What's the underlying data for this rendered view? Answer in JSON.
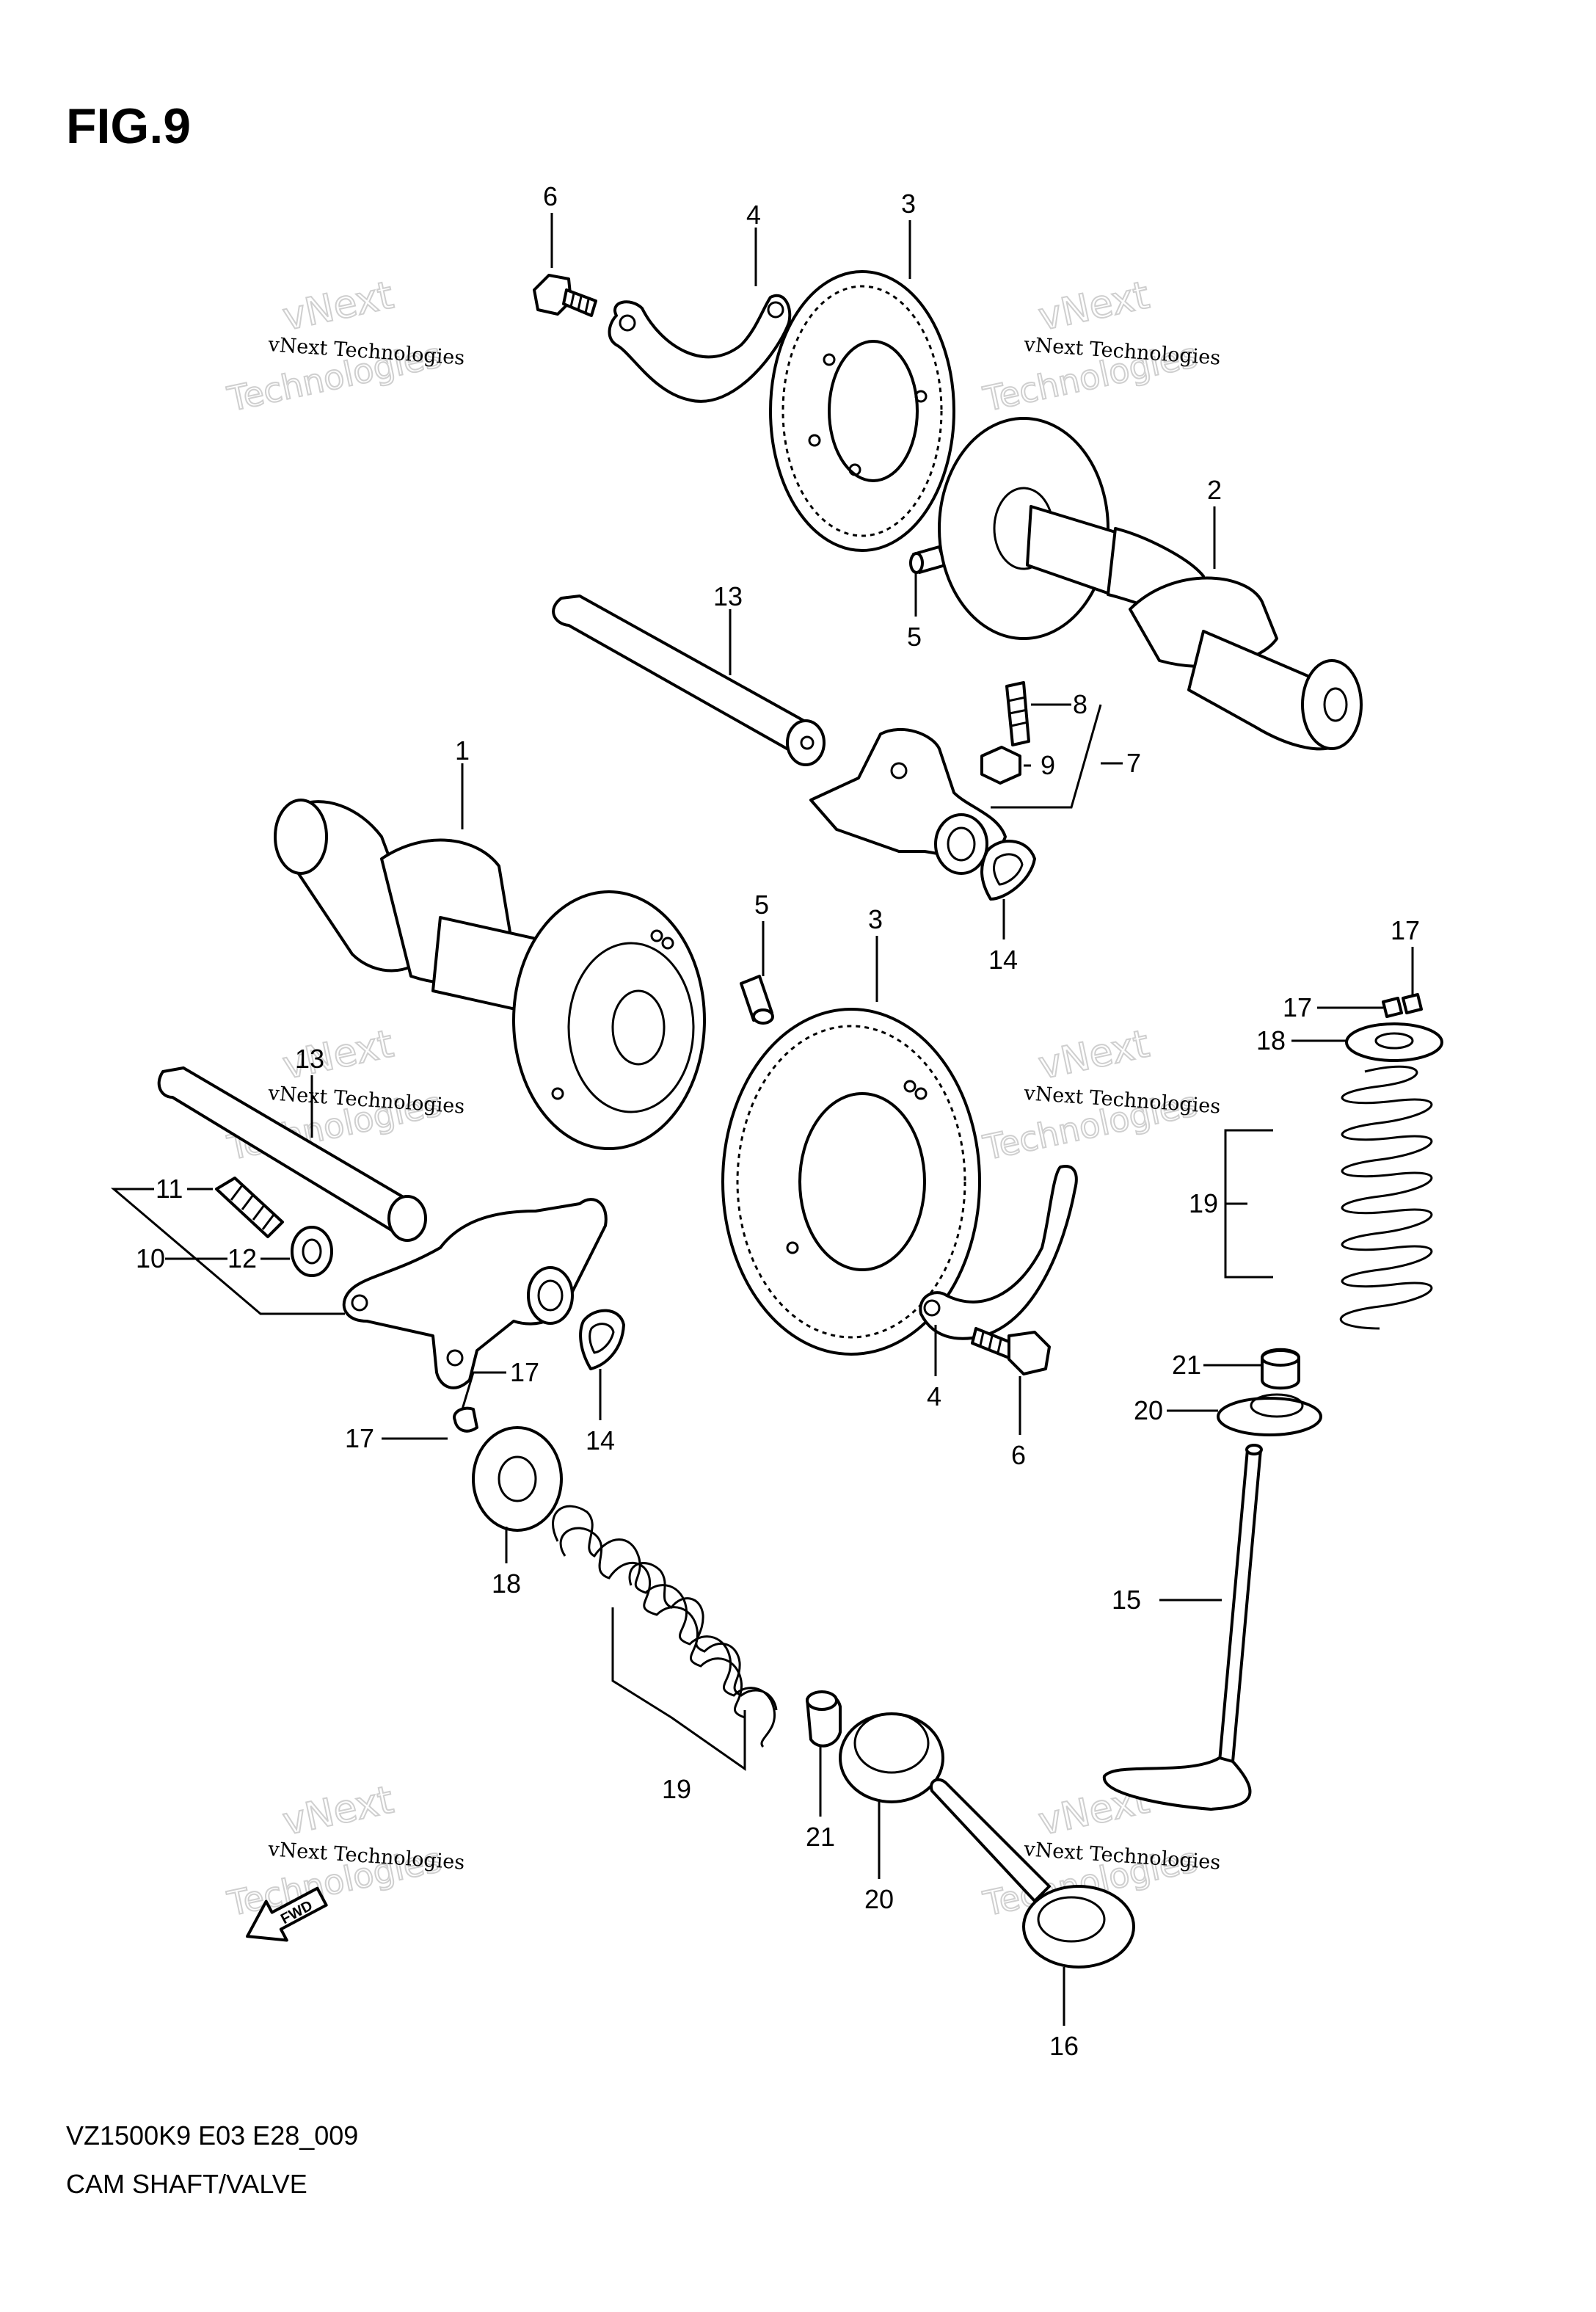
{
  "figure": {
    "title": "FIG.9",
    "code": "VZ1500K9 E03 E28_009",
    "caption": "CAM SHAFT/VALVE"
  },
  "watermark": {
    "line1": "vNext Technologies",
    "line2": "vNext",
    "line3": "Technologies"
  },
  "front_arrow_label": "FWD",
  "callouts": [
    "6",
    "4",
    "3",
    "2",
    "5",
    "13",
    "8",
    "9",
    "7",
    "1",
    "14",
    "5",
    "3",
    "17",
    "17",
    "18",
    "13",
    "11",
    "19",
    "10",
    "12",
    "21",
    "4",
    "17",
    "20",
    "17",
    "14",
    "6",
    "18",
    "15",
    "19",
    "21",
    "20",
    "16"
  ]
}
